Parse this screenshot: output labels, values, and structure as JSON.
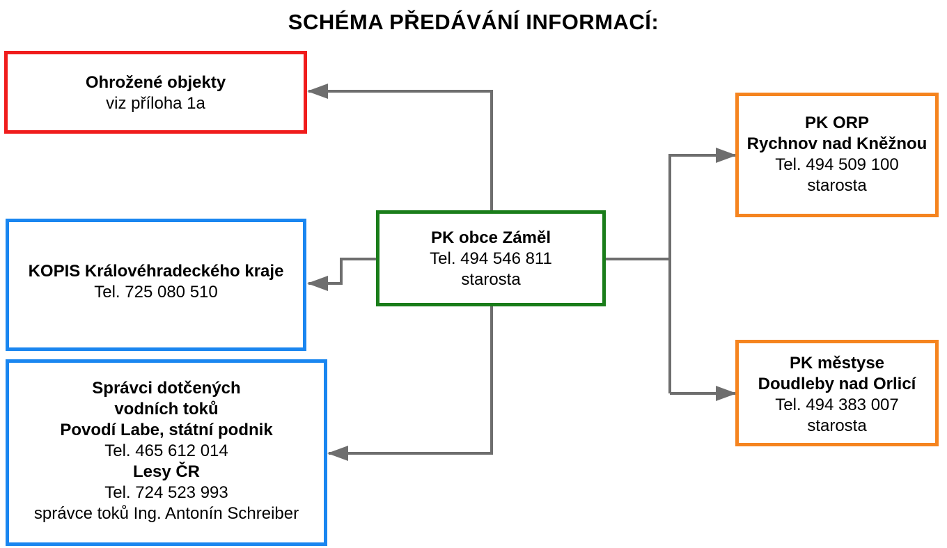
{
  "title": "SCHÉMA PŘEDÁVÁNÍ INFORMACÍ:",
  "colors": {
    "threatened_border": "#f01c1c",
    "agency_border": "#1a86f0",
    "center_border": "#1a7d1a",
    "neighbor_border": "#f5841f",
    "connector": "#6e6e6e"
  },
  "nodes": {
    "threatened": {
      "name": "Ohrožené objekty",
      "note": "viz příloha 1a"
    },
    "kopis": {
      "name": "KOPIS Královéhradeckého kraje",
      "tel": "Tel. 725 080 510"
    },
    "managers": {
      "heading_1": "Správci dotčených",
      "heading_2": "vodních toků",
      "org_1": "Povodí Labe, státní podnik",
      "tel_1": "Tel. 465 612 014",
      "org_2": "Lesy ČR",
      "tel_2": "Tel. 724 523 993",
      "contact": "správce toků Ing. Antonín Schreiber"
    },
    "center": {
      "name": "PK obce Záměl",
      "tel": "Tel. 494 546 811",
      "role": "starosta"
    },
    "orp": {
      "name_1": "PK ORP",
      "name_2": "Rychnov nad Kněžnou",
      "tel": "Tel.  494 509 100",
      "role": "starosta"
    },
    "doudleby": {
      "name_1": "PK městyse",
      "name_2": "Doudleby nad Orlicí",
      "tel": "Tel. 494 383 007",
      "role": "starosta"
    }
  }
}
